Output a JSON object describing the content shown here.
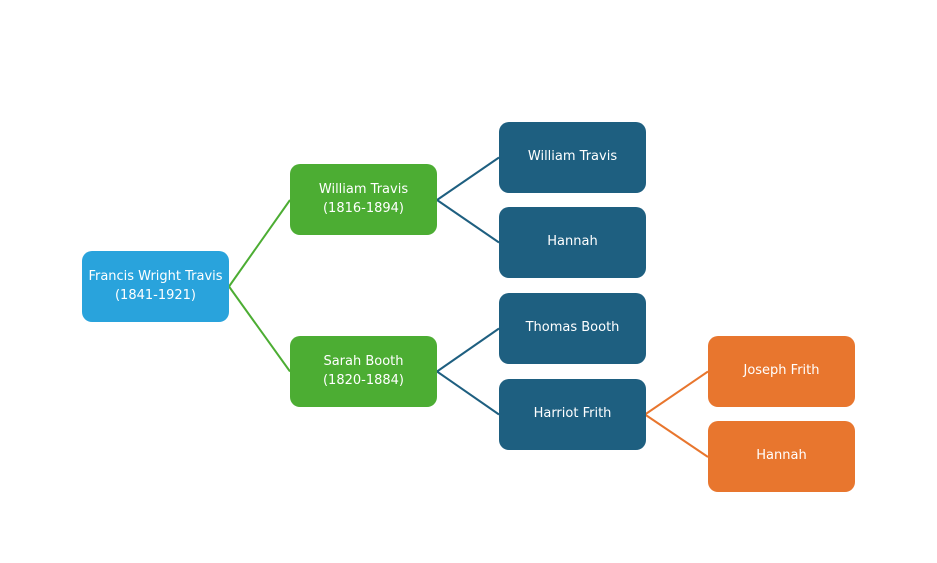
{
  "diagram": {
    "type": "family-tree",
    "root_person": "Francis Wright Travis"
  },
  "palette": {
    "background": "#ffffff",
    "blue": "#29a3dc",
    "green": "#4cad33",
    "teal": "#1e5f80",
    "orange": "#e8762e",
    "node_text": "#ffffff"
  },
  "nodes": [
    {
      "id": "francis-wright-travis",
      "name": "Francis Wright Travis",
      "dates": "(1841-1921)",
      "color": "blue",
      "generation": "root"
    },
    {
      "id": "william-travis-sr",
      "name": "William Travis",
      "dates": "(1816-1894)",
      "color": "green",
      "generation": "parents"
    },
    {
      "id": "sarah-booth",
      "name": "Sarah Booth",
      "dates": "(1820-1884)",
      "color": "green",
      "generation": "parents"
    },
    {
      "id": "william-travis",
      "name": "William Travis",
      "dates": "",
      "color": "teal",
      "generation": "grandparents"
    },
    {
      "id": "hannah-travis",
      "name": "Hannah",
      "dates": "",
      "color": "teal",
      "generation": "grandparents"
    },
    {
      "id": "thomas-booth",
      "name": "Thomas Booth",
      "dates": "",
      "color": "teal",
      "generation": "grandparents"
    },
    {
      "id": "harriot-frith",
      "name": "Harriot Frith",
      "dates": "",
      "color": "teal",
      "generation": "grandparents"
    },
    {
      "id": "joseph-frith",
      "name": "Joseph Frith",
      "dates": "",
      "color": "orange",
      "generation": "great-grandparents"
    },
    {
      "id": "hannah-frith",
      "name": "Hannah",
      "dates": "",
      "color": "orange",
      "generation": "great-grandparents"
    }
  ],
  "edges": [
    {
      "from": "francis-wright-travis",
      "to": "william-travis-sr",
      "color": "green"
    },
    {
      "from": "francis-wright-travis",
      "to": "sarah-booth",
      "color": "green"
    },
    {
      "from": "william-travis-sr",
      "to": "william-travis",
      "color": "teal"
    },
    {
      "from": "william-travis-sr",
      "to": "hannah-travis",
      "color": "teal"
    },
    {
      "from": "sarah-booth",
      "to": "thomas-booth",
      "color": "teal"
    },
    {
      "from": "sarah-booth",
      "to": "harriot-frith",
      "color": "teal"
    },
    {
      "from": "harriot-frith",
      "to": "joseph-frith",
      "color": "orange"
    },
    {
      "from": "harriot-frith",
      "to": "hannah-frith",
      "color": "orange"
    }
  ]
}
